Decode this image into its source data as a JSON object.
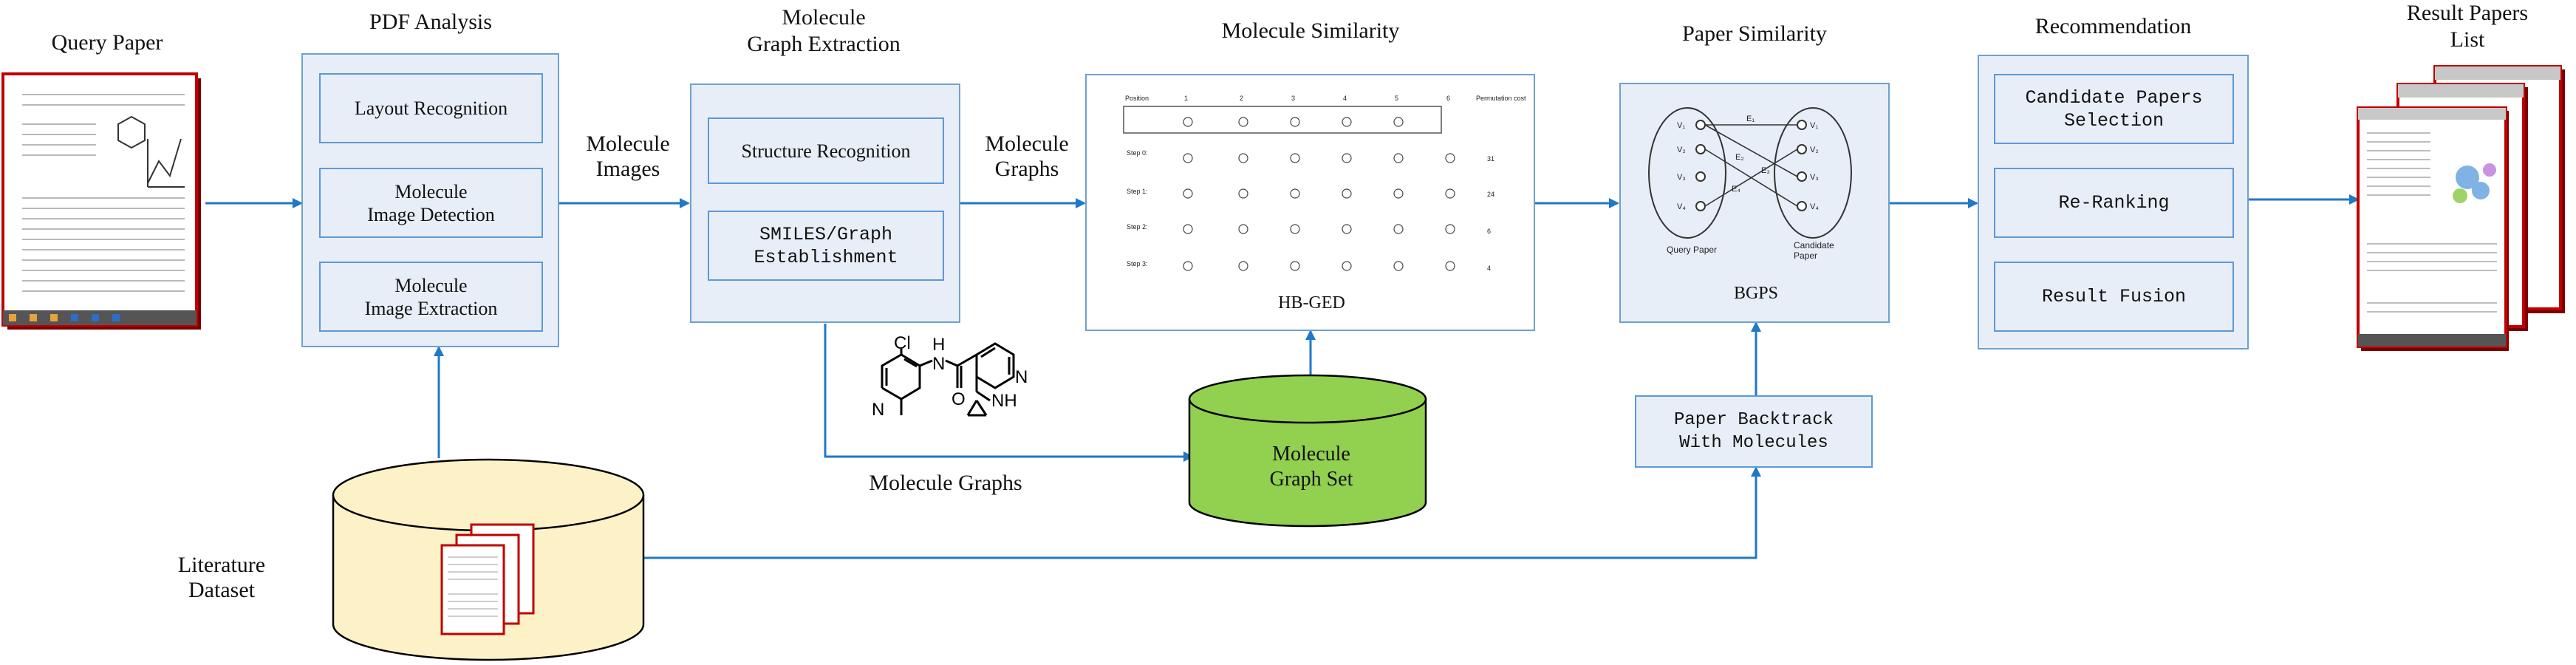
{
  "colors": {
    "arrow": "#1f78c8",
    "panel_fill": "#e8eef8",
    "panel_border": "#6fa0d0",
    "box_border": "#5c99d6",
    "cylinder_green": "#92d050",
    "cylinder_beige": "#fdf2c7",
    "page_red": "#c00000"
  },
  "stages": {
    "query_paper": {
      "title": "Query Paper"
    },
    "pdf_analysis": {
      "title": "PDF Analysis",
      "boxes": [
        "Layout Recognition",
        "Molecule\nImage Detection",
        "Molecule\nImage Extraction"
      ]
    },
    "graph_extraction": {
      "title": "Molecule\nGraph Extraction",
      "boxes": [
        "Structure Recognition",
        "SMILES/Graph\nEstablishment"
      ]
    },
    "molecule_similarity": {
      "title": "Molecule Similarity",
      "caption": "HB-GED",
      "table_headers": [
        "Position",
        "1",
        "2",
        "3",
        "4",
        "5",
        "6",
        "Permutation cost"
      ],
      "table_rows": [
        "Step 0:",
        "Step 1:",
        "Step 2:",
        "Step 3:"
      ],
      "costs": [
        "31",
        "24",
        "6",
        "4"
      ]
    },
    "paper_similarity": {
      "title": "Paper Similarity",
      "caption": "BGPS",
      "query_label": "Query Paper",
      "candidate_label": "Candidate\nPaper"
    },
    "recommendation": {
      "title": "Recommendation",
      "boxes": [
        "Candidate Papers\nSelection",
        "Re-Ranking",
        "Result Fusion"
      ]
    },
    "result_list": {
      "title": "Result Papers\nList"
    }
  },
  "edge_labels": {
    "molecule_images": "Molecule\nImages",
    "molecule_graphs_top": "Molecule\nGraphs",
    "molecule_graphs_bottom": "Molecule Graphs"
  },
  "databases": {
    "graph_set": "Molecule\nGraph Set",
    "literature": "Literature\nDataset"
  },
  "backtrack": "Paper Backtrack\nWith Molecules",
  "molecule_atoms": {
    "cl": "Cl",
    "n1": "N",
    "nh_amide": "N",
    "h_amide": "H",
    "o": "O",
    "n_pyr": "N",
    "nh": "NH"
  }
}
